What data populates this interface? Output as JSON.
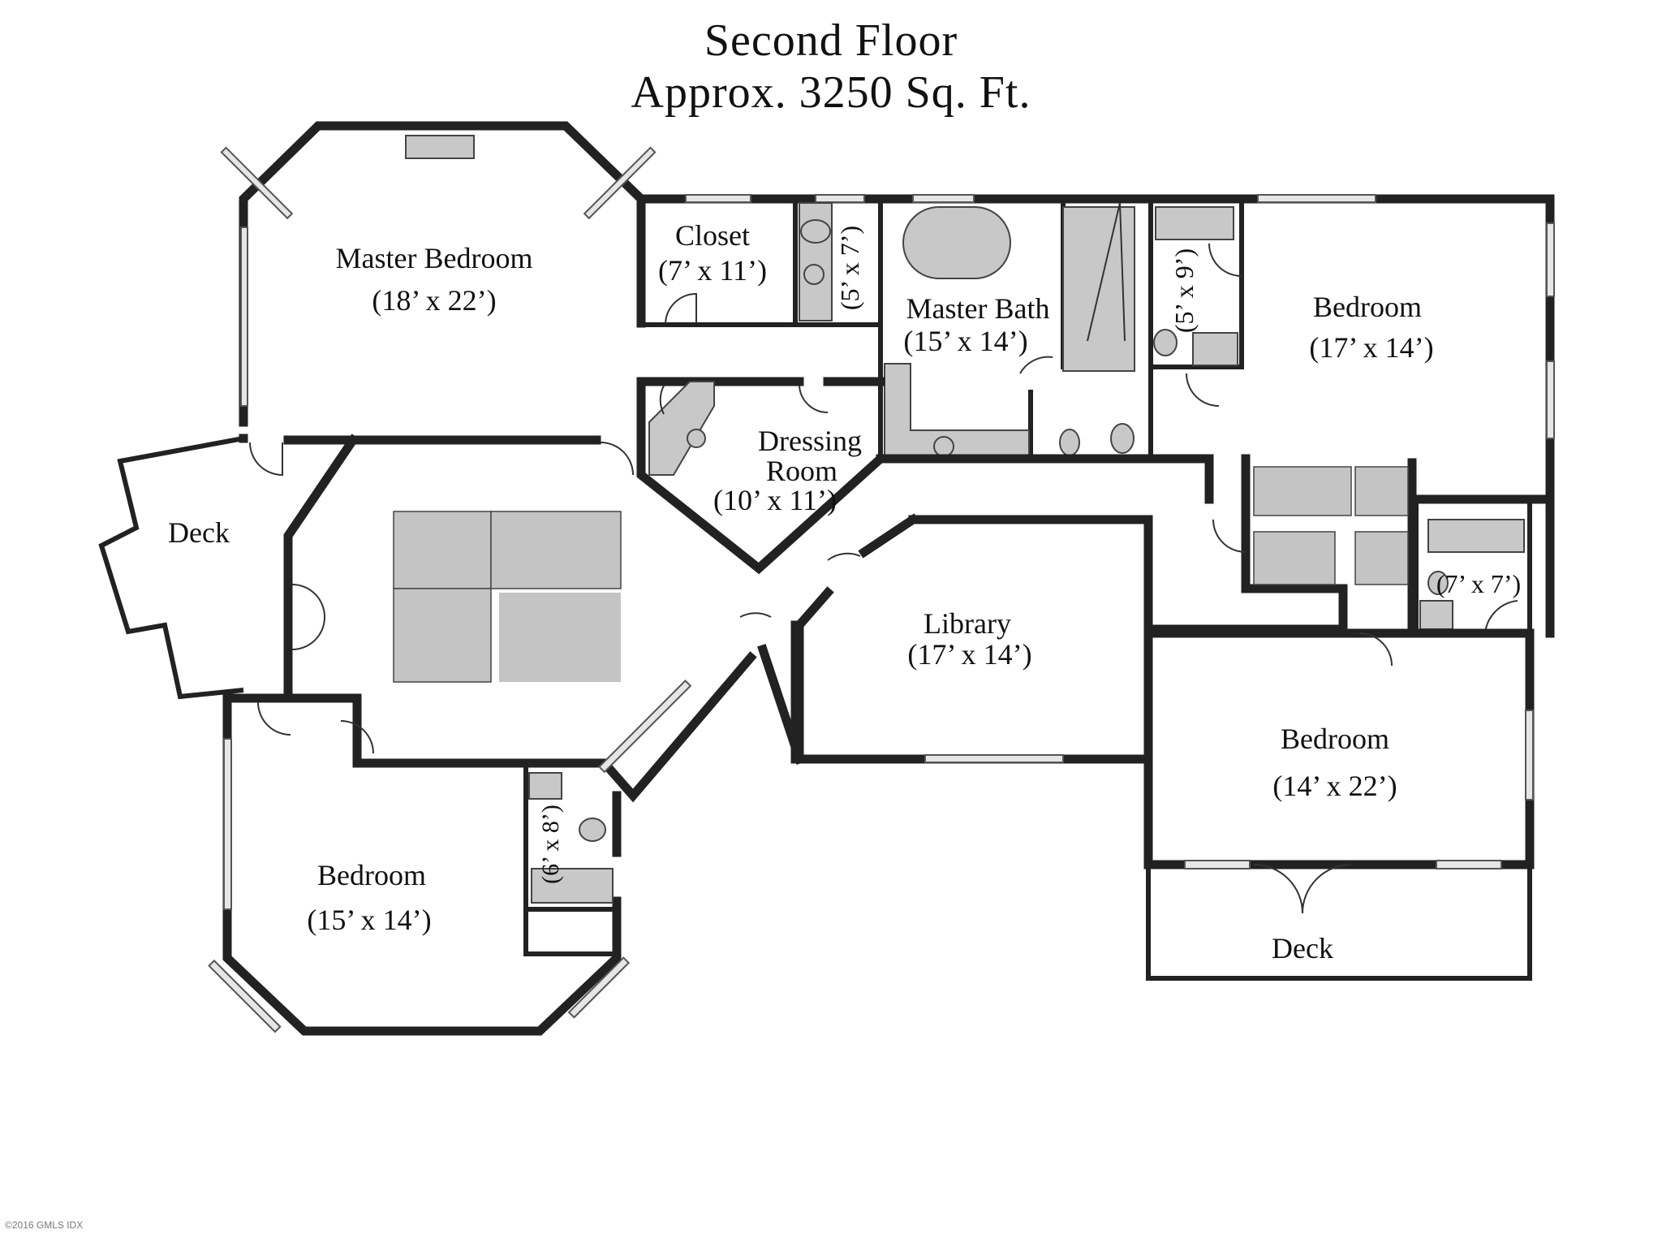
{
  "title": {
    "line1": "Second Floor",
    "line2": "Approx. 3250 Sq. Ft."
  },
  "rooms": {
    "master_bedroom": {
      "name": "Master Bedroom",
      "dim": "(18’ x 22’)"
    },
    "closet": {
      "name": "Closet",
      "dim": "(7’ x 11’)"
    },
    "wc_small": {
      "dim": "(5’ x 7’)"
    },
    "master_bath": {
      "name": "Master Bath",
      "dim": "(15’ x 14’)"
    },
    "bath_5x9": {
      "dim": "(5’ x 9’)"
    },
    "bedroom_ne": {
      "name": "Bedroom",
      "dim": "(17’ x 14’)"
    },
    "deck_w": {
      "name": "Deck"
    },
    "dressing": {
      "name_l1": "Dressing",
      "name_l2": "Room",
      "dim": "(10’ x 11’)"
    },
    "library": {
      "name": "Library",
      "dim": "(17’ x 14’)"
    },
    "bath_7x7": {
      "dim": "(7’ x 7’)"
    },
    "bedroom_se": {
      "name": "Bedroom",
      "dim": "(14’ x 22’)"
    },
    "deck_s": {
      "name": "Deck"
    },
    "bedroom_sw": {
      "name": "Bedroom",
      "dim": "(15’ x 14’)"
    },
    "bath_6x8": {
      "dim": "(6’ x 8’)"
    }
  },
  "copyright": "©2016 GMLS IDX"
}
